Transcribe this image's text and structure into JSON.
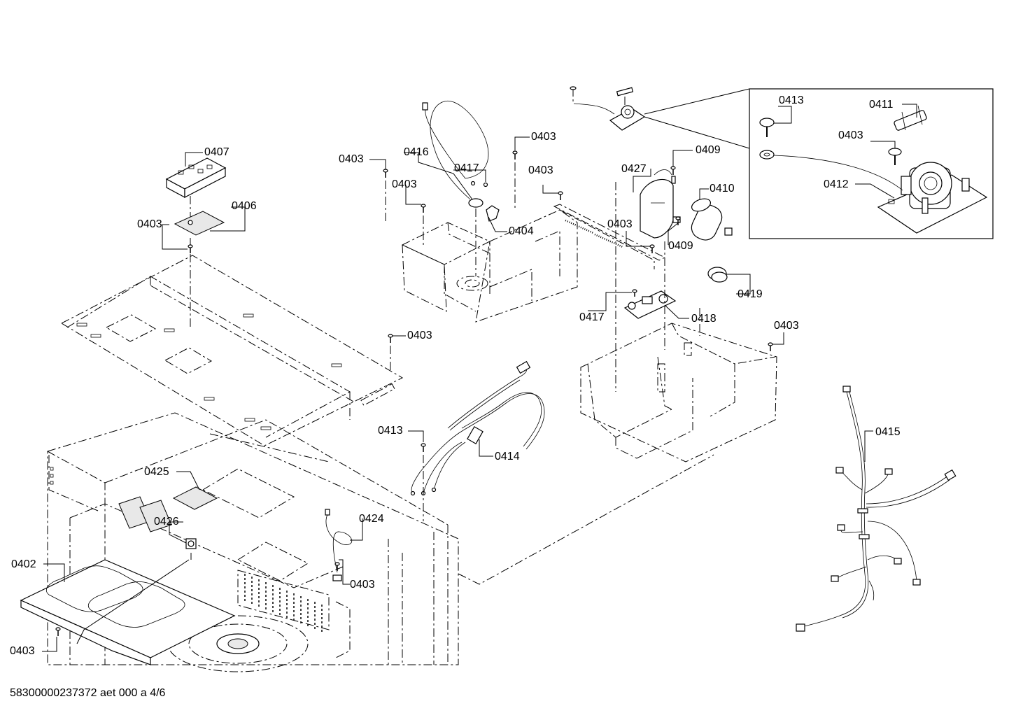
{
  "document_number": "58300000237372 aet 000 a 4/6",
  "labels": [
    {
      "id": "0407-a",
      "text": "0407"
    },
    {
      "id": "0406-a",
      "text": "0406"
    },
    {
      "id": "0403-a",
      "text": "0403"
    },
    {
      "id": "0403-b",
      "text": "0403"
    },
    {
      "id": "0416-a",
      "text": "0416"
    },
    {
      "id": "0403-c",
      "text": "0403"
    },
    {
      "id": "0417-a",
      "text": "0417"
    },
    {
      "id": "0403-d",
      "text": "0403"
    },
    {
      "id": "0403-e",
      "text": "0403"
    },
    {
      "id": "0404-a",
      "text": "0404"
    },
    {
      "id": "0427-a",
      "text": "0427"
    },
    {
      "id": "0409-a",
      "text": "0409"
    },
    {
      "id": "0410-a",
      "text": "0410"
    },
    {
      "id": "0403-f",
      "text": "0403"
    },
    {
      "id": "0409-b",
      "text": "0409"
    },
    {
      "id": "0413-a",
      "text": "0413"
    },
    {
      "id": "0411-a",
      "text": "0411"
    },
    {
      "id": "0403-g",
      "text": "0403"
    },
    {
      "id": "0412-a",
      "text": "0412"
    },
    {
      "id": "0419-a",
      "text": "0419"
    },
    {
      "id": "0417-b",
      "text": "0417"
    },
    {
      "id": "0418-a",
      "text": "0418"
    },
    {
      "id": "0403-h",
      "text": "0403"
    },
    {
      "id": "0403-i",
      "text": "0403"
    },
    {
      "id": "0413-b",
      "text": "0413"
    },
    {
      "id": "0414-a",
      "text": "0414"
    },
    {
      "id": "0415-a",
      "text": "0415"
    },
    {
      "id": "0425-a",
      "text": "0425"
    },
    {
      "id": "0426-a",
      "text": "0426"
    },
    {
      "id": "0424-a",
      "text": "0424"
    },
    {
      "id": "0402-a",
      "text": "0402"
    },
    {
      "id": "0403-j",
      "text": "0403"
    },
    {
      "id": "0403-k",
      "text": "0403"
    }
  ]
}
